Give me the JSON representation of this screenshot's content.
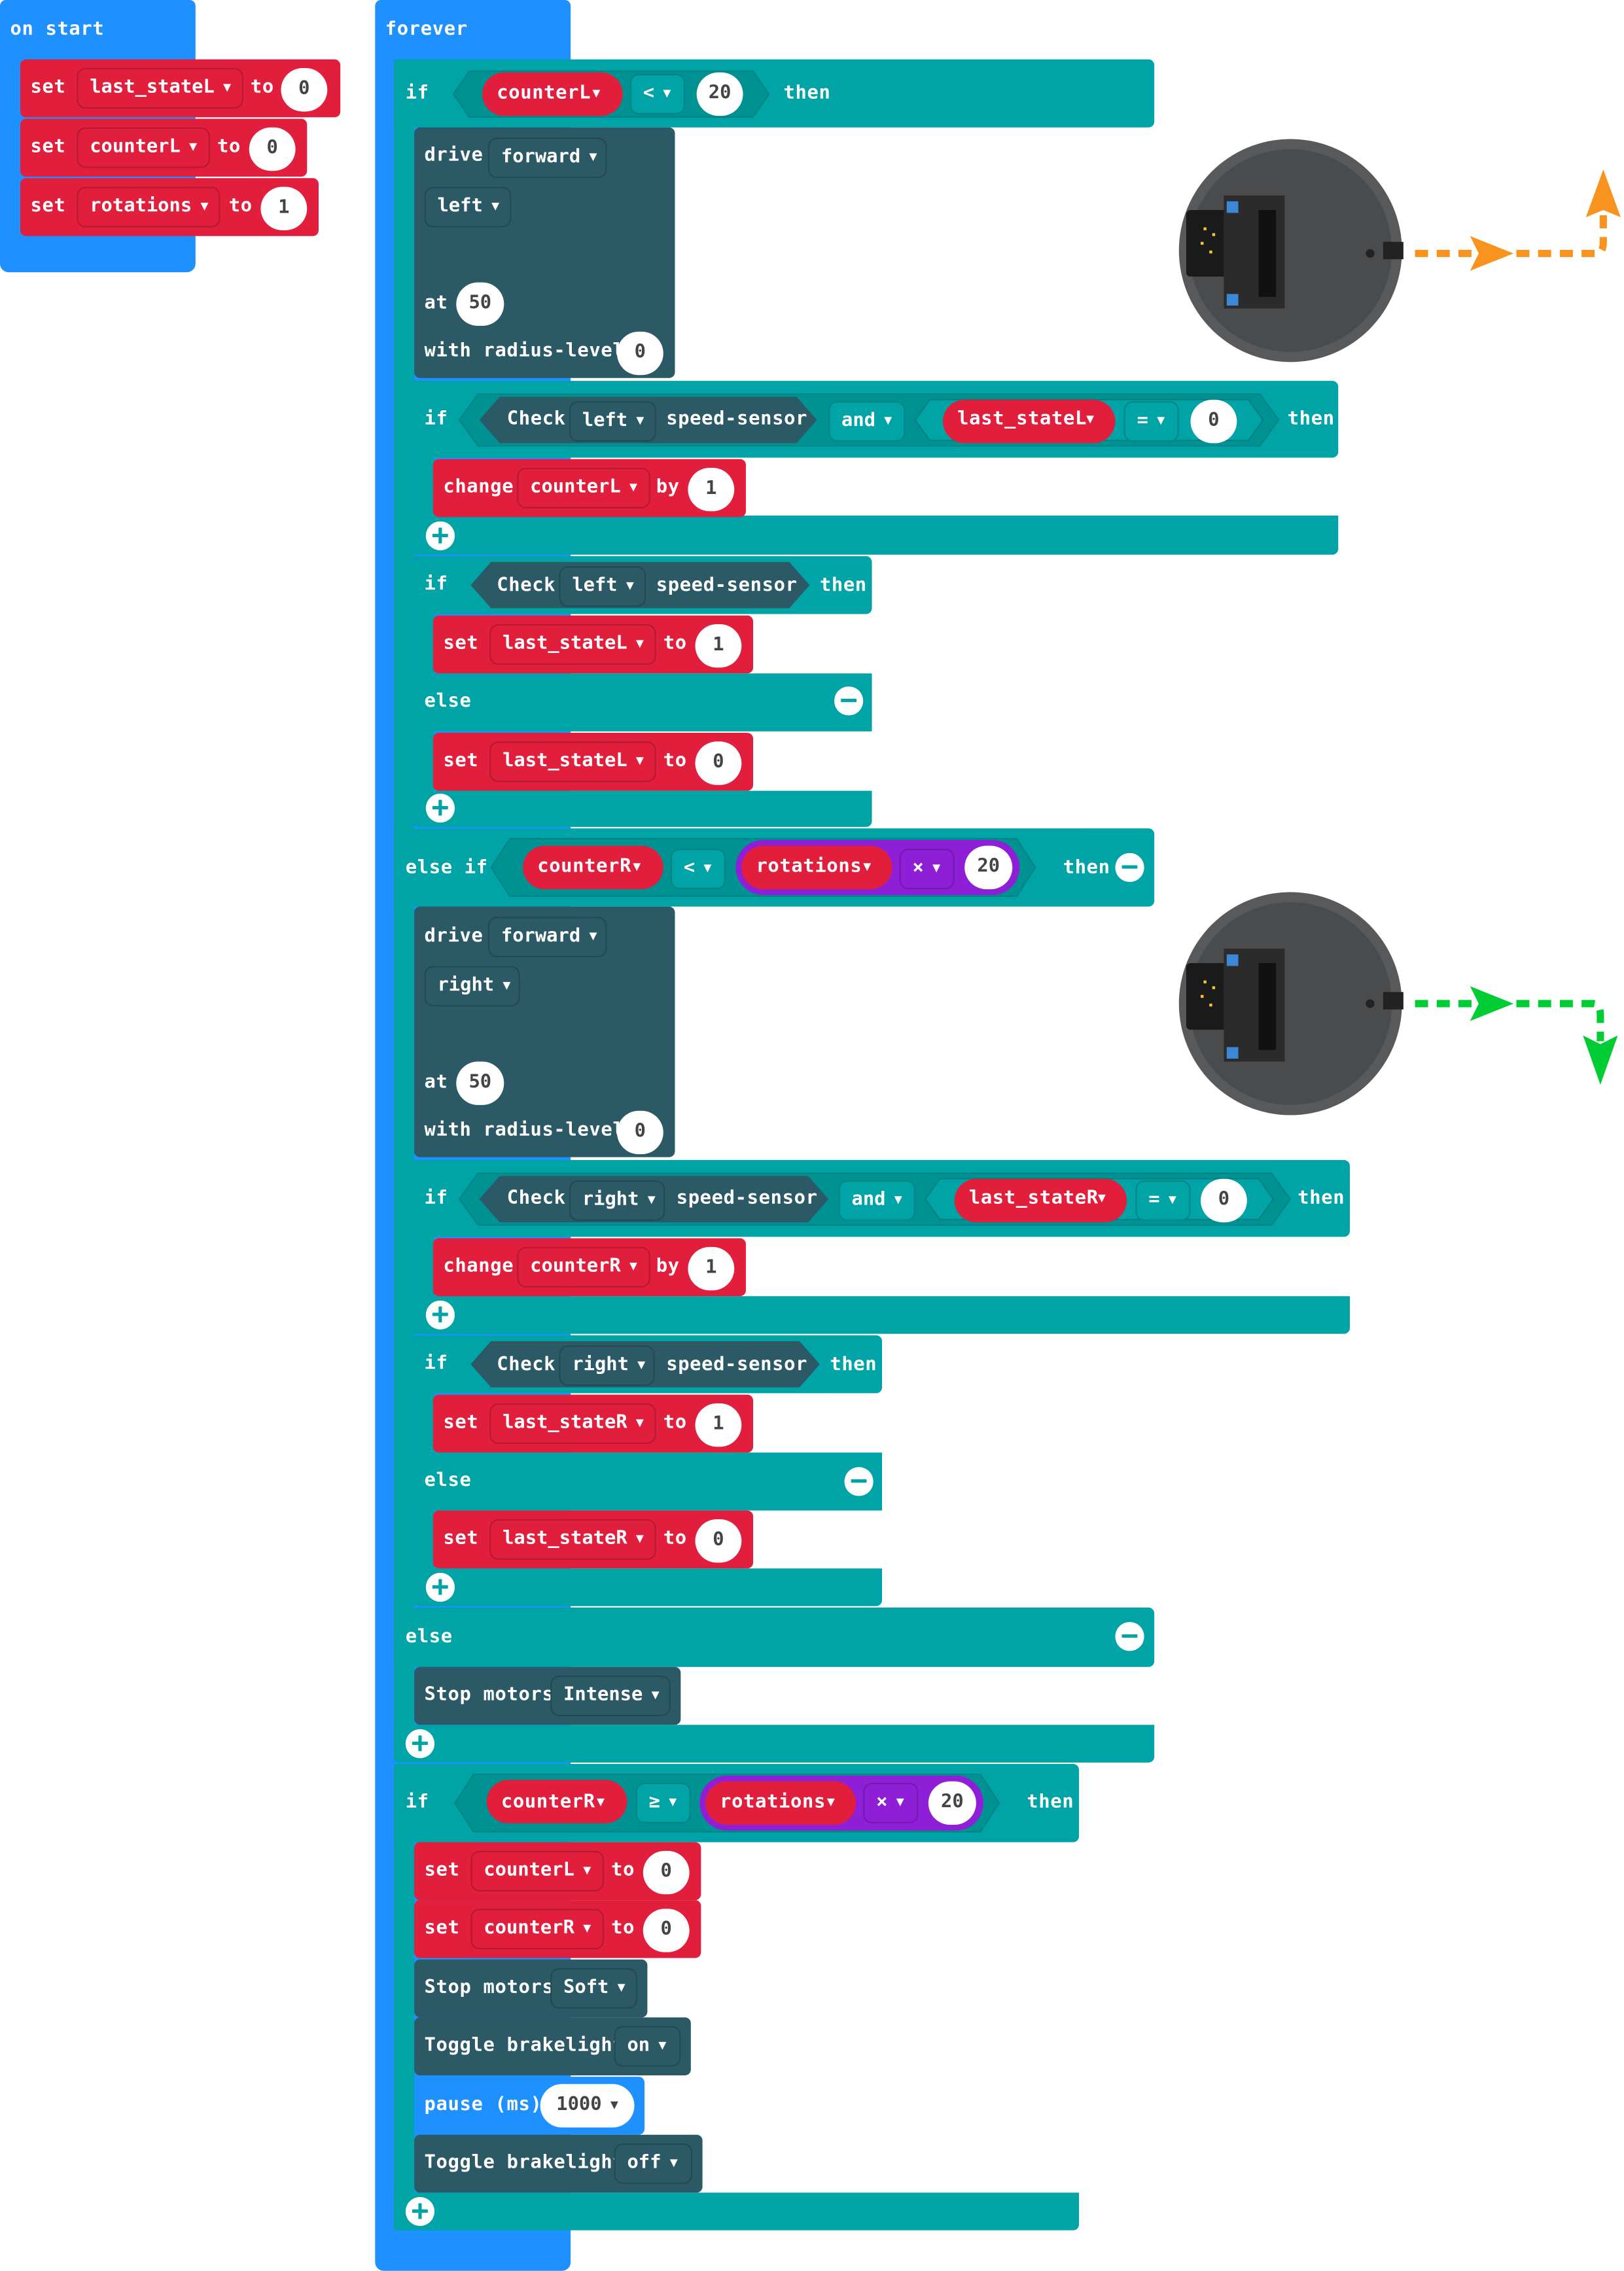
{
  "on_start": {
    "label": "on start",
    "rows": [
      {
        "kw": "set",
        "var": "last_stateL",
        "to": "to",
        "val": "0"
      },
      {
        "kw": "set",
        "var": "counterL",
        "to": "to",
        "val": "0"
      },
      {
        "kw": "set",
        "var": "rotations",
        "to": "to",
        "val": "1"
      }
    ]
  },
  "forever": {
    "label": "forever"
  },
  "if1": {
    "kw": "if",
    "var": "counterL",
    "op": "<",
    "val": "20",
    "then": "then"
  },
  "drive1": {
    "drive": "drive",
    "dir": "forward",
    "side": "left",
    "at": "at",
    "speed": "50",
    "radius": "with radius-level",
    "radius_val": "0"
  },
  "ifA": {
    "kw": "if",
    "check": "Check",
    "side": "left",
    "sensor": "speed-sensor",
    "and": "and",
    "var": "last_stateL",
    "op": "=",
    "val": "0",
    "then": "then"
  },
  "changeA": {
    "kw": "change",
    "var": "counterL",
    "by": "by",
    "val": "1"
  },
  "ifB": {
    "kw": "if",
    "check": "Check",
    "side": "left",
    "sensor": "speed-sensor",
    "then": "then",
    "set1_kw": "set",
    "set1_var": "last_stateL",
    "set1_to": "to",
    "set1_val": "1",
    "else": "else",
    "set2_kw": "set",
    "set2_var": "last_stateL",
    "set2_to": "to",
    "set2_val": "0"
  },
  "elseif": {
    "kw": "else if",
    "var": "counterR",
    "op": "<",
    "rvar": "rotations",
    "mul": "×",
    "val": "20",
    "then": "then"
  },
  "drive2": {
    "drive": "drive",
    "dir": "forward",
    "side": "right",
    "at": "at",
    "speed": "50",
    "radius": "with radius-level",
    "radius_val": "0"
  },
  "ifC": {
    "kw": "if",
    "check": "Check",
    "side": "right",
    "sensor": "speed-sensor",
    "and": "and",
    "var": "last_stateR",
    "op": "=",
    "val": "0",
    "then": "then"
  },
  "changeC": {
    "kw": "change",
    "var": "counterR",
    "by": "by",
    "val": "1"
  },
  "ifD": {
    "kw": "if",
    "check": "Check",
    "side": "right",
    "sensor": "speed-sensor",
    "then": "then",
    "set1_kw": "set",
    "set1_var": "last_stateR",
    "set1_to": "to",
    "set1_val": "1",
    "else": "else",
    "set2_kw": "set",
    "set2_var": "last_stateR",
    "set2_to": "to",
    "set2_val": "0"
  },
  "else1": {
    "kw": "else",
    "stop": "Stop motors",
    "mode": "Intense"
  },
  "if2": {
    "kw": "if",
    "var": "counterR",
    "op": "≥",
    "rvar": "rotations",
    "mul": "×",
    "val": "20",
    "then": "then",
    "set1_kw": "set",
    "set1_var": "counterL",
    "set1_to": "to",
    "set1_val": "0",
    "set2_kw": "set",
    "set2_var": "counterR",
    "set2_to": "to",
    "set2_val": "0",
    "stop": "Stop motors",
    "stop_mode": "Soft",
    "toggle": "Toggle brakelight",
    "toggle_on": "on",
    "pause": "pause (ms)",
    "pause_val": "1000",
    "toggle2": "Toggle brakelight",
    "toggle_off": "off"
  },
  "colors": {
    "event": "#1e90ff",
    "logic": "#00a4a6",
    "variable": "#e11e3c",
    "robot": "#2b5a66",
    "math": "#8e1fd6",
    "arrow_left": "#f7931e",
    "arrow_right": "#00cc33"
  },
  "icons": {
    "robot1": "robot-left-turn-icon",
    "robot2": "robot-right-turn-icon"
  }
}
